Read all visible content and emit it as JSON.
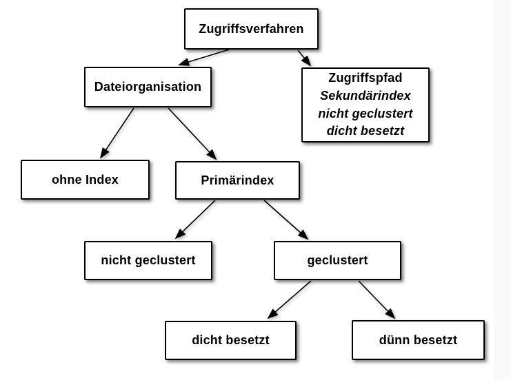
{
  "diagram": {
    "type": "tree",
    "nodes": {
      "zugriffsverfahren": {
        "label": "Zugriffsverfahren"
      },
      "dateiorganisation": {
        "label": "Dateiorganisation"
      },
      "zugriffspfad": {
        "title_line": "Zugriffspfad",
        "italic_lines": [
          "Sekundärindex",
          "nicht geclustert",
          "dicht besetzt"
        ]
      },
      "ohne_index": {
        "label": "ohne Index"
      },
      "primaerindex": {
        "label": "Primärindex"
      },
      "nicht_geclustert": {
        "label": "nicht geclustert"
      },
      "geclustert": {
        "label": "geclustert"
      },
      "dicht_besetzt": {
        "label": "dicht besetzt"
      },
      "duenn_besetzt": {
        "label": "dünn besetzt"
      }
    },
    "edges": [
      {
        "from": "Zugriffsverfahren",
        "to": "Dateiorganisation"
      },
      {
        "from": "Zugriffsverfahren",
        "to": "Zugriffspfad"
      },
      {
        "from": "Dateiorganisation",
        "to": "ohne Index"
      },
      {
        "from": "Dateiorganisation",
        "to": "Primärindex"
      },
      {
        "from": "Primärindex",
        "to": "nicht geclustert"
      },
      {
        "from": "Primärindex",
        "to": "geclustert"
      },
      {
        "from": "geclustert",
        "to": "dicht besetzt"
      },
      {
        "from": "geclustert",
        "to": "dünn besetzt"
      }
    ],
    "colors": {
      "node_fill": "#ffffff",
      "node_border": "#000000",
      "text": "#000000",
      "arrow": "#000000",
      "background": "#ffffff",
      "right_margin": "#fafafa"
    }
  }
}
